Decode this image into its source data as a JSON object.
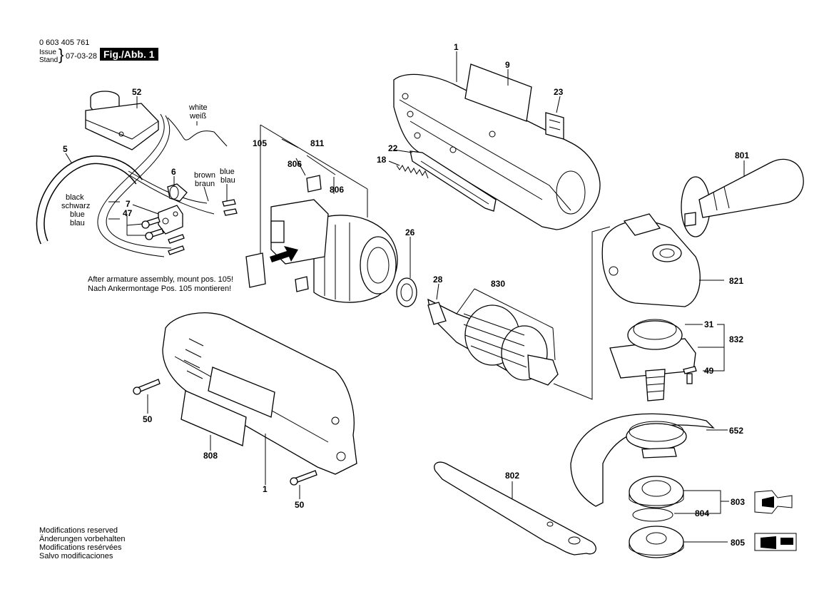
{
  "header": {
    "doc_number": "0 603 405 761",
    "issue_label": "Issue",
    "stand_label": "Stand",
    "issue_date": "07-03-28",
    "figure_label": "Fig./Abb. 1"
  },
  "notes": {
    "assembly_en": "After armature assembly, mount pos. 105!",
    "assembly_de": "Nach Ankermontage Pos. 105 montieren!"
  },
  "wire_labels": {
    "white": "white",
    "weiss": "weiß",
    "brown": "brown",
    "braun": "braun",
    "blue1": "blue",
    "blau1": "blau",
    "black": "black",
    "schwarz": "schwarz",
    "blue2": "blue",
    "blau2": "blau"
  },
  "part_labels": {
    "p1_top": "1",
    "p9": "9",
    "p23": "23",
    "p52": "52",
    "p5": "5",
    "p6": "6",
    "p7": "7",
    "p47": "47",
    "p105": "105",
    "p811": "811",
    "p806a": "806",
    "p806b": "806",
    "p22": "22",
    "p18": "18",
    "p801": "801",
    "p26": "26",
    "p28": "28",
    "p830": "830",
    "p821": "821",
    "p31": "31",
    "p832": "832",
    "p49": "49",
    "p50a": "50",
    "p50b": "50",
    "p808": "808",
    "p1_bottom": "1",
    "p652": "652",
    "p802": "802",
    "p803": "803",
    "p804": "804",
    "p805": "805"
  },
  "footer": {
    "line1": "Modifications reserved",
    "line2": "Änderungen vorbehalten",
    "line3": "Modifications resérvées",
    "line4": "Salvo modificaciones"
  }
}
